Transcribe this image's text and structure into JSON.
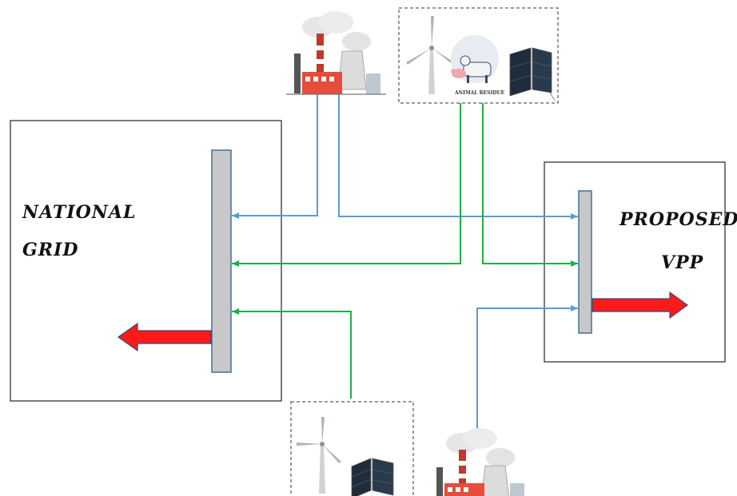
{
  "national_grid": {
    "label_line1": "NATIONAL",
    "label_line2": "GRID"
  },
  "vpp": {
    "label_line1": "PROPOSED",
    "label_line2": "VPP"
  },
  "renewables_top": {
    "badge": "ANIMAL RESIDUE"
  },
  "colors": {
    "blue_flow": "#5b9bd5",
    "green_flow": "#1fae4a",
    "export_arrow": "#ff1a1a",
    "bus_bar": "#c8c8c8",
    "bus_border": "#41719c"
  }
}
